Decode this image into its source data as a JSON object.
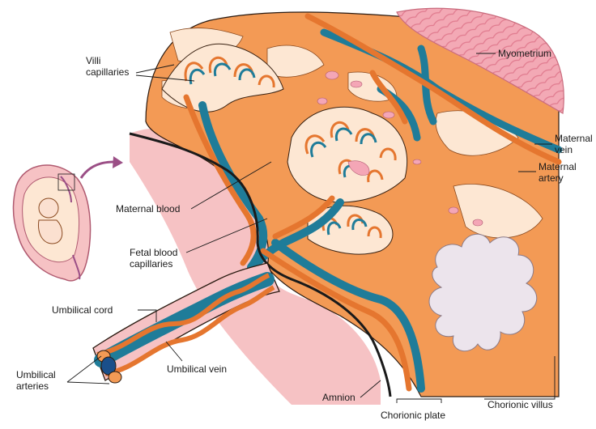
{
  "labels": {
    "villi_capillaries": [
      "Villi",
      "capillaries"
    ],
    "myometrium": "Myometrium",
    "maternal_vein": [
      "Maternal",
      "vein"
    ],
    "maternal_artery": [
      "Maternal",
      "artery"
    ],
    "maternal_blood": "Maternal blood",
    "fetal_blood_capillaries": [
      "Fetal blood",
      "capillaries"
    ],
    "umbilical_cord": "Umbilical cord",
    "umbilical_arteries": [
      "Umbilical",
      "arteries"
    ],
    "umbilical_vein": "Umbilical vein",
    "amnion": "Amnion",
    "chorionic_plate": "Chorionic plate",
    "chorionic_villus": "Chorionic villus"
  },
  "colors": {
    "maternal_blood_orange": "#f39a55",
    "fetal_vein_blue": "#1f7c99",
    "umbilical_vein_dark": "#1a4f8a",
    "myometrium_pink": "#f0a0ae",
    "amnion_pink": "#f6c2c4",
    "villus_lilac": "#ece4ec",
    "arrow_accent": "#9b4f86"
  }
}
